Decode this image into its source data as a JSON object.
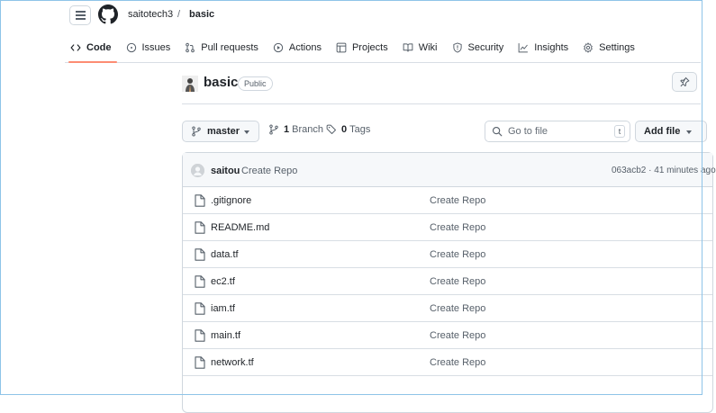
{
  "header": {
    "owner": "saitotech3",
    "separator": "/",
    "repo": "basic"
  },
  "nav": [
    {
      "label": "Code",
      "icon": "code-icon",
      "active": true
    },
    {
      "label": "Issues",
      "icon": "issue-icon"
    },
    {
      "label": "Pull requests",
      "icon": "pull-request-icon"
    },
    {
      "label": "Actions",
      "icon": "play-icon"
    },
    {
      "label": "Projects",
      "icon": "table-icon"
    },
    {
      "label": "Wiki",
      "icon": "book-icon"
    },
    {
      "label": "Security",
      "icon": "shield-icon"
    },
    {
      "label": "Insights",
      "icon": "graph-icon"
    },
    {
      "label": "Settings",
      "icon": "gear-icon"
    }
  ],
  "repo": {
    "name": "basic",
    "visibility": "Public"
  },
  "toolbar": {
    "branch": "master",
    "branch_count": "1",
    "branch_label": "Branch",
    "tag_count": "0",
    "tag_label": "Tags",
    "search_placeholder": "Go to file",
    "search_shortcut": "t",
    "add_file_label": "Add file"
  },
  "commit": {
    "author": "saitou",
    "message": "Create Repo",
    "hash_time": "063acb2 · 41 minutes ago"
  },
  "files": [
    {
      "name": ".gitignore",
      "message": "Create Repo"
    },
    {
      "name": "README.md",
      "message": "Create Repo"
    },
    {
      "name": "data.tf",
      "message": "Create Repo"
    },
    {
      "name": "ec2.tf",
      "message": "Create Repo"
    },
    {
      "name": "iam.tf",
      "message": "Create Repo"
    },
    {
      "name": "main.tf",
      "message": "Create Repo"
    },
    {
      "name": "network.tf",
      "message": "Create Repo"
    }
  ],
  "colors": {
    "active_tab_underline": "#fd8c73",
    "border": "#d0d7de",
    "muted_text": "#57606a"
  }
}
